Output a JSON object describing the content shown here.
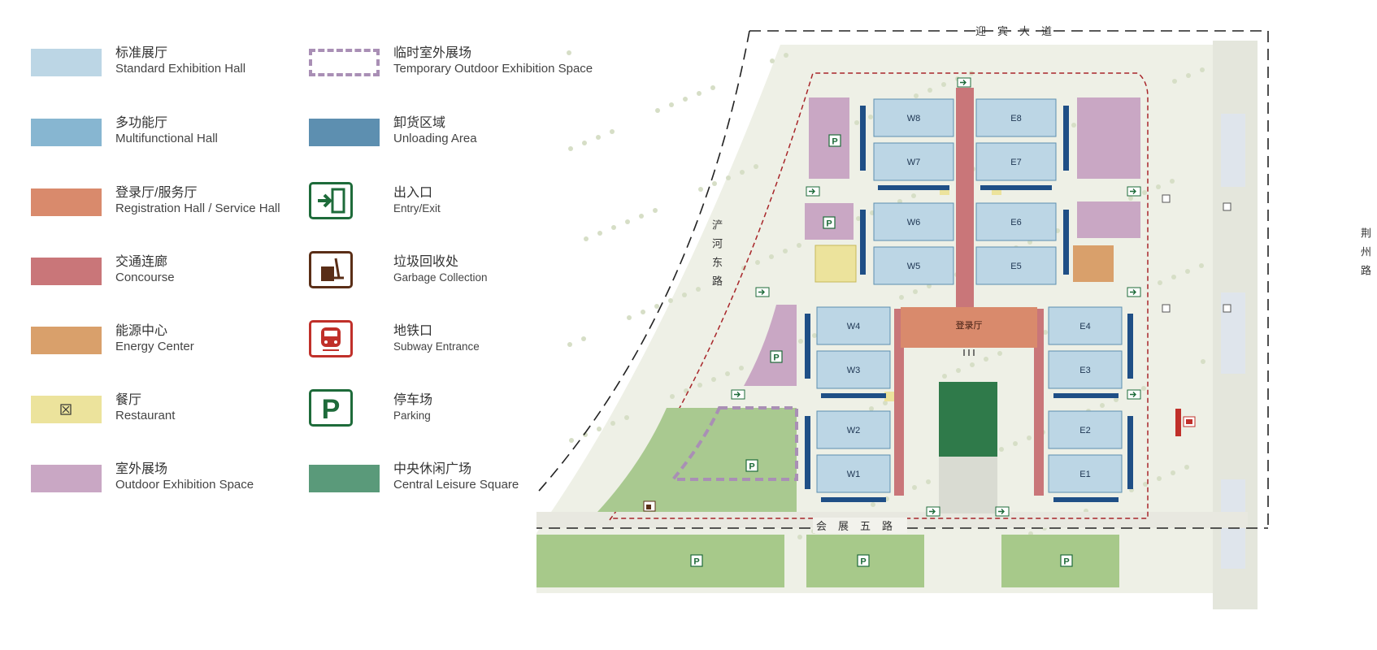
{
  "legend": [
    {
      "cn": "标准展厅",
      "en": "Standard Exhibition Hall",
      "color": "#bcd6e5",
      "swatch": "fill"
    },
    {
      "cn": "临时室外展场",
      "en": "Temporary Outdoor Exhibition Space",
      "color": "#a98fb5",
      "swatch": "dashed"
    },
    {
      "cn": "多功能厅",
      "en": "Multifunctional Hall",
      "color": "#87b6d1",
      "swatch": "fill"
    },
    {
      "cn": "卸货区域",
      "en": "Unloading Area",
      "color": "#5d8fb0",
      "swatch": "fill"
    },
    {
      "cn": "登录厅/服务厅",
      "en": "Registration Hall / Service Hall",
      "color": "#d98a6c",
      "swatch": "fill"
    },
    {
      "cn": "出入口",
      "en": "Entry/Exit",
      "color": "#1e6b3a",
      "swatch": "entry-exit-icon"
    },
    {
      "cn": "交通连廊",
      "en": "Concourse",
      "color": "#c97679",
      "swatch": "fill"
    },
    {
      "cn": "垃圾回收处",
      "en": "Garbage Collection",
      "color": "#6b3a1f",
      "swatch": "garbage-icon"
    },
    {
      "cn": "能源中心",
      "en": "Energy Center",
      "color": "#d9a06b",
      "swatch": "fill"
    },
    {
      "cn": "地铁口",
      "en": "Subway Entrance",
      "color": "#c0302a",
      "swatch": "subway-icon"
    },
    {
      "cn": "餐厅",
      "en": "Restaurant",
      "color": "#ece39c",
      "swatch": "restaurant"
    },
    {
      "cn": "停车场",
      "en": "Parking",
      "color": "#1e6b3a",
      "swatch": "parking-icon"
    },
    {
      "cn": "室外展场",
      "en": "Outdoor Exhibition Space",
      "color": "#c9a7c4",
      "swatch": "fill"
    },
    {
      "cn": "中央休闲广场",
      "en": "Central Leisure Square",
      "color": "#5a9a7a",
      "swatch": "fill"
    }
  ],
  "parking_letter": "P",
  "roads": {
    "north": "迎宾大道",
    "west": "浐河东路",
    "east": "荆州路",
    "south": "会展五路"
  },
  "halls_west": [
    "W8",
    "W7",
    "W6",
    "W5",
    "W4",
    "W3",
    "W2",
    "W1"
  ],
  "halls_east": [
    "E8",
    "E7",
    "E6",
    "E5",
    "E4",
    "E3",
    "E2",
    "E1"
  ],
  "registration_hall": "登录厅",
  "colors": {
    "hall": "#bcd6e5",
    "unloading": "#1f4f86",
    "concourse": "#c97679",
    "registration": "#d98a6c",
    "outdoor": "#c9a7c4",
    "energy": "#d9a06b",
    "restaurant": "#ece39c",
    "square": "#2f7a4a",
    "parking": "#a7c98a",
    "route": "#a8262a"
  }
}
